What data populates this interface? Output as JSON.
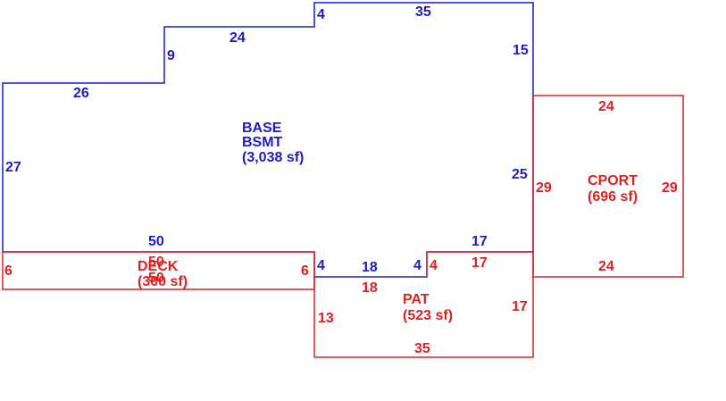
{
  "colors": {
    "base": "#1c1cc8",
    "addition": "#e02020",
    "background": "#ffffff"
  },
  "areas": {
    "base": {
      "code": "BASE",
      "subcode": "BSMT",
      "area": "(3,038 sf)",
      "dims": [
        "4",
        "35",
        "24",
        "9",
        "15",
        "26",
        "27",
        "25",
        "50",
        "17",
        "4",
        "18",
        "4"
      ]
    },
    "deck": {
      "code": "DECK",
      "area": "(300 sf)",
      "dims": [
        "50",
        "6",
        "6",
        "50"
      ]
    },
    "patio": {
      "code": "PAT",
      "area": "(523 sf)",
      "dims": [
        "4",
        "17",
        "18",
        "13",
        "17",
        "35"
      ]
    },
    "carport": {
      "code": "CPORT",
      "area": "(696 sf)",
      "dims": [
        "24",
        "29",
        "29",
        "24"
      ]
    }
  }
}
